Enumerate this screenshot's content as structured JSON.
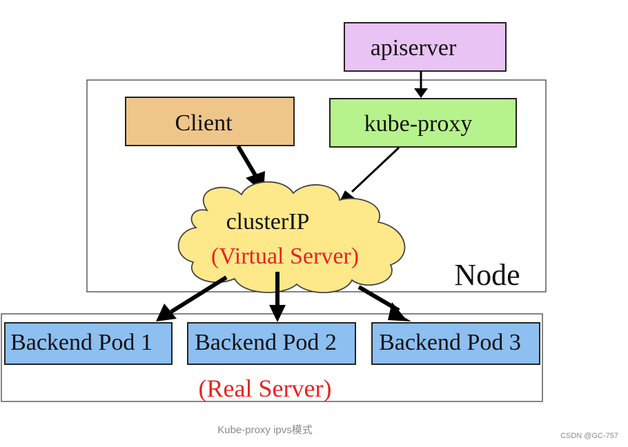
{
  "diagram": {
    "apiserver_label": "apiserver",
    "client_label": "Client",
    "kube_proxy_label": "kube-proxy",
    "cluster_ip_label": "clusterIP",
    "virtual_server_label": "(Virtual Server)",
    "node_label": "Node",
    "pods": [
      {
        "label": "Backend Pod 1"
      },
      {
        "label": "Backend Pod 2"
      },
      {
        "label": "Backend Pod 3"
      }
    ],
    "real_server_label": "(Real Server)"
  },
  "caption": "Kube-proxy ipvs模式",
  "watermark": "CSDN @GC-757",
  "colors": {
    "apiserver_fill": "#e9c3f4",
    "client_fill": "#efc68a",
    "kube_proxy_fill": "#b7f38c",
    "cloud_fill": "#fde88a",
    "pod_fill": "#8dbff0",
    "accent_red": "#e8231f"
  }
}
